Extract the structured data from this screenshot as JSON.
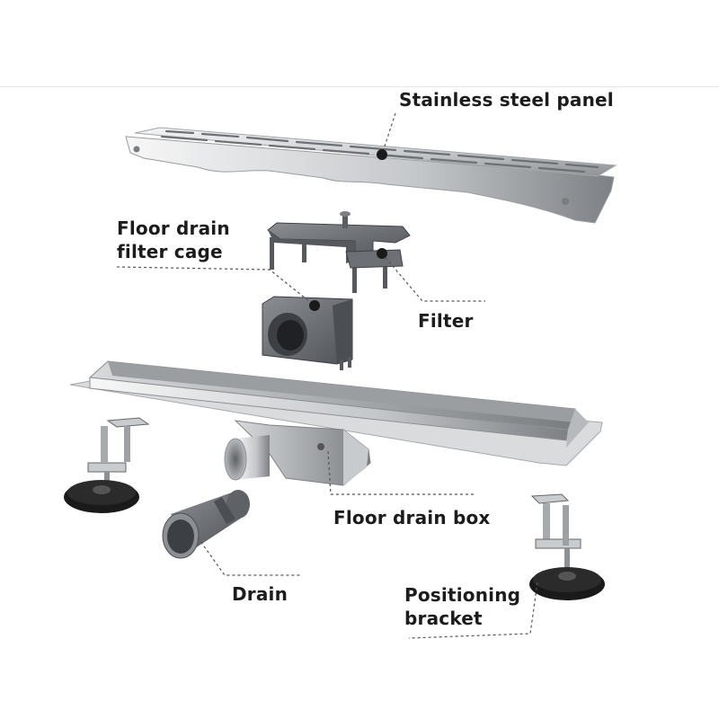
{
  "diagram": {
    "labels": {
      "panel": "Stainless steel panel",
      "filter_cage_line1": "Floor drain",
      "filter_cage_line2": "filter cage",
      "filter": "Filter",
      "drain_box": "Floor drain box",
      "drain": "Drain",
      "bracket_line1": "Positioning",
      "bracket_line2": "bracket"
    },
    "colors": {
      "label_text": "#1c1c1c",
      "leader_line": "#555555",
      "steel_light": "#e9eaeb",
      "steel_dark": "#8e9194",
      "plastic_grey": "#6f7276",
      "bracket_base": "#1a1a1a"
    }
  }
}
